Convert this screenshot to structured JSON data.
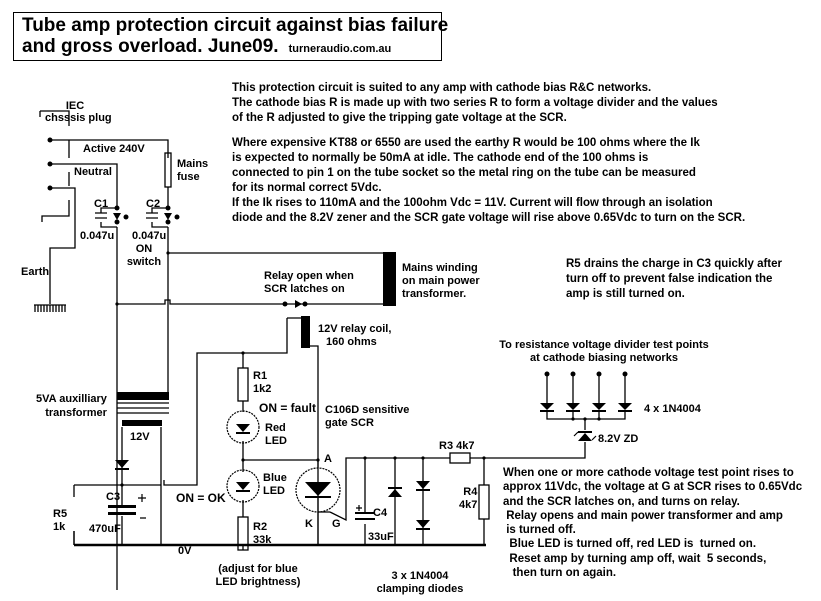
{
  "title": {
    "line1": "Tube amp protection circuit against bias failure",
    "line2": "and gross overload.   June09.",
    "website": "turneraudio.com.au"
  },
  "notes": {
    "intro": [
      "This protection circuit is suited to any amp with cathode bias R&C networks.",
      "The cathode bias R is made up with two series R to form a voltage  divider and the  values",
      "of the R adjusted to give the tripping gate voltage at the SCR."
    ],
    "example": [
      "Where expensive KT88 or 6550 are used the earthy R would be 100 ohms where the Ik",
      "is expected to normally be 50mA at idle. The cathode end of the 100 ohms is",
      "connected to pin 1 on the tube socket so the metal ring on the tube can be measured",
      "for its normal correct 5Vdc.",
      "If the Ik rises to 110mA and the 100ohm  Vdc = 11V.  Current will flow through an isolation",
      "diode and the 8.2V zener and the SCR gate voltage will rise above 0.65Vdc to turn on the SCR."
    ],
    "r5": [
      "R5 drains the charge in C3 quickly after",
      "turn off to prevent false indication the",
      "amp is still turned on."
    ],
    "operation": [
      "When one or more cathode voltage test point rises to",
      "approx 11Vdc, the voltage at G at SCR rises to 0.65Vdc",
      "and the SCR  latches on, and turns on relay.",
      " Relay opens and main power transformer and amp",
      " is turned off.",
      "  Blue LED is turned off, red LED is  turned on.",
      "  Reset amp by turning amp off, wait  5 seconds,",
      "   then turn on again."
    ]
  },
  "labels": {
    "iec_1": "IEC",
    "iec_2": "chsssis plug",
    "active": "Active 240V",
    "neutral": "Neutral",
    "earth": "Earth",
    "fuse_1": "Mains",
    "fuse_2": "fuse",
    "c1_name": "C1",
    "c1_value": "0.047u",
    "c2_name": "C2",
    "c2_value": "0.047u",
    "switch_1": "ON",
    "switch_2": "switch",
    "relay_contact_1": "Relay open when",
    "relay_contact_2": "SCR latches on",
    "mains_winding_1": "Mains winding",
    "mains_winding_2": "on main power",
    "mains_winding_3": "transformer.",
    "relay_coil_1": "12V relay coil,",
    "relay_coil_2": "160 ohms",
    "aux_tx_1": "5VA auxilliary",
    "aux_tx_2": "transformer",
    "secondary": "12V",
    "r1_name": "R1",
    "r1_value": "1k2",
    "on_fault": "ON = fault",
    "red_led_1": "Red",
    "red_led_2": "LED",
    "blue_led_1": "Blue",
    "blue_led_2": "LED",
    "on_ok": "ON = OK",
    "r2_name": "R2",
    "r2_value": "33k",
    "r2_note_1": "(adjust for blue",
    "r2_note_2": "LED brightness)",
    "scr_1": "C106D sensitive",
    "scr_2": "gate SCR",
    "anode": "A",
    "cathode": "K",
    "gate": "G",
    "c3_name": "C3",
    "c3_value": "470uF",
    "r5_name": "R5",
    "r5_value": "1k",
    "zero_v": "0V",
    "c4_name": "C4",
    "c4_value": "33uF",
    "r3": "R3 4k7",
    "r4_name": "R4",
    "r4_value": "4k7",
    "clamp_1": "3 x 1N4004",
    "clamp_2": "clamping diodes",
    "testpoints_1": "To resistance voltage divider test points",
    "testpoints_2": "at cathode biasing networks",
    "iso_diodes": "4 x 1N4004",
    "zener": "8.2V ZD"
  }
}
